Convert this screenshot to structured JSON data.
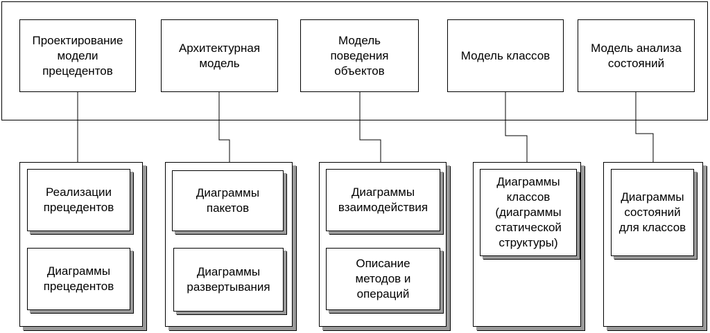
{
  "models": [
    {
      "label": "Проектирование\nмодели\nпрецедентов"
    },
    {
      "label": "Архитектурная\nмодель"
    },
    {
      "label": "Модель\nповедения\nобъектов"
    },
    {
      "label": "Модель классов"
    },
    {
      "label": "Модель анализа\nсостояний"
    }
  ],
  "packages": [
    {
      "items": [
        {
          "label": "Реализации\nпрецедентов"
        },
        {
          "label": "Диаграммы\nпрецедентов"
        }
      ]
    },
    {
      "items": [
        {
          "label": "Диаграммы\nпакетов"
        },
        {
          "label": "Диаграммы\nразвертывания"
        }
      ]
    },
    {
      "items": [
        {
          "label": "Диаграммы\nвзаимодействия"
        },
        {
          "label": "Описание\nметодов и\nопераций"
        }
      ]
    },
    {
      "items": [
        {
          "label": "Диаграммы\nклассов\n(диаграммы\nстатической\nструктуры)"
        }
      ]
    },
    {
      "items": [
        {
          "label": "Диаграммы\nсостояний\nдля классов"
        }
      ]
    }
  ]
}
